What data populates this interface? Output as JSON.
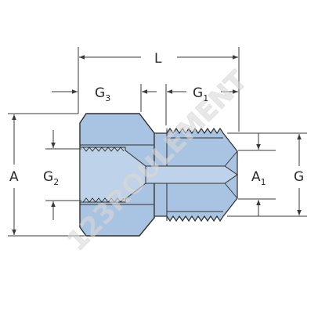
{
  "diagram": {
    "colors": {
      "part_fill": "#a9c4e2",
      "part_fill_light": "#bed3ea",
      "outline": "#2f2f2f",
      "dimension_line": "#3a3a3a",
      "watermark": "#d0d0d0"
    },
    "labels": {
      "L": {
        "main": "L",
        "sub": ""
      },
      "G3": {
        "main": "G",
        "sub": "3"
      },
      "G1": {
        "main": "G",
        "sub": "1"
      },
      "A": {
        "main": "A",
        "sub": ""
      },
      "G2": {
        "main": "G",
        "sub": "2"
      },
      "A1": {
        "main": "A",
        "sub": "1"
      },
      "G": {
        "main": "G",
        "sub": ""
      }
    },
    "watermark": "123ROULEMENT"
  }
}
